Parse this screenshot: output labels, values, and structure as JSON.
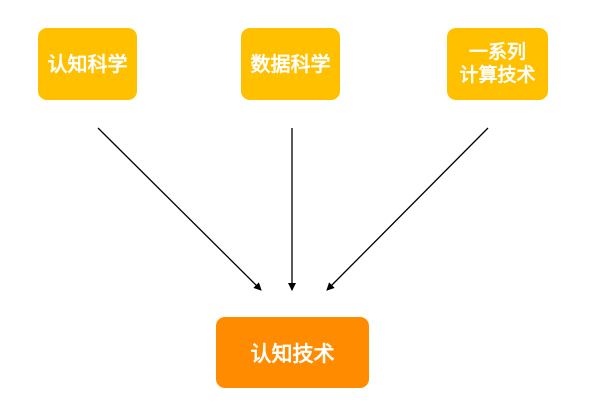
{
  "sources": [
    {
      "id": "cognitive-science",
      "lines": [
        "认知科学"
      ]
    },
    {
      "id": "data-science",
      "lines": [
        "数据科学"
      ]
    },
    {
      "id": "computing-tech",
      "lines": [
        "一系列",
        "计算技术"
      ]
    }
  ],
  "target": {
    "label": "认知技术"
  },
  "colors": {
    "source_box": "#FFC000",
    "target_box": "#FF8C00",
    "text": "#FFFFFF",
    "arrow": "#000000"
  }
}
